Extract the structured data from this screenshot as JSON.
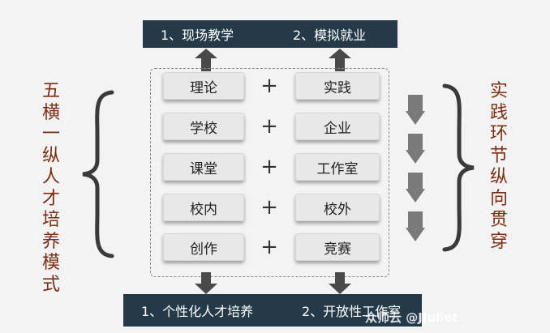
{
  "top_banner": {
    "item1": "1、现场教学",
    "item2": "2、模拟就业"
  },
  "bottom_banner": {
    "item1": "1、个性化人才培养",
    "item2": "2、开放性工作室"
  },
  "left_label": "五横一纵人才培养模式",
  "right_label": "实践环节纵向贯穿",
  "rows": [
    {
      "left": "理论",
      "plus": "+",
      "right": "实践"
    },
    {
      "left": "学校",
      "plus": "+",
      "right": "企业"
    },
    {
      "left": "课堂",
      "plus": "+",
      "right": "工作室"
    },
    {
      "left": "校内",
      "plus": "+",
      "right": "校外"
    },
    {
      "left": "创作",
      "plus": "+",
      "right": "竞赛"
    }
  ],
  "watermark": "众师云 @JJuliet",
  "colors": {
    "banner": "#243a48",
    "side_text": "#7a2e14",
    "arrow": "#4a4a4a",
    "down_arrow": "#7a7a7a"
  }
}
